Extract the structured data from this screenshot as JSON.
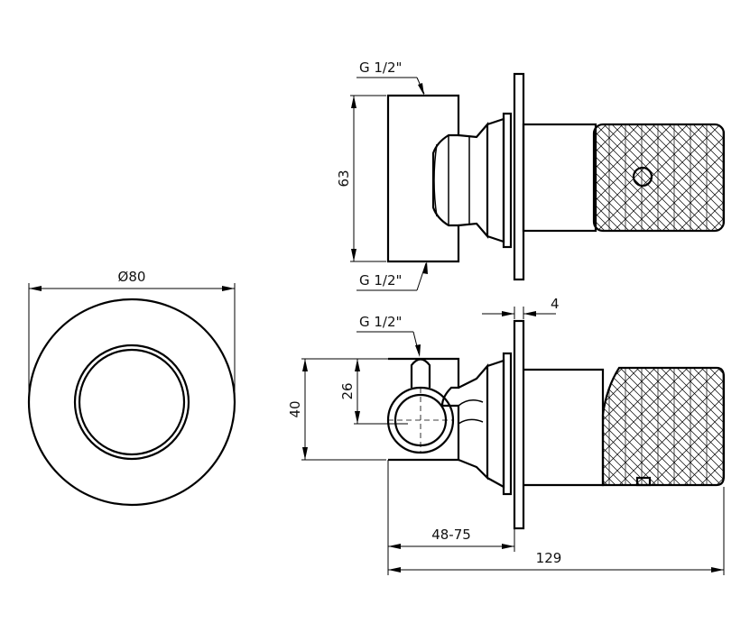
{
  "dimensions": {
    "diameter": "Ø80",
    "height_top": "63",
    "thread_top_1": "G 1/2\"",
    "thread_top_2": "G 1/2\"",
    "thread_bottom": "G 1/2\"",
    "plate_thickness": "4",
    "height_bottom": "40",
    "inner_height": "26",
    "depth_range": "48-75",
    "total_length": "129"
  }
}
